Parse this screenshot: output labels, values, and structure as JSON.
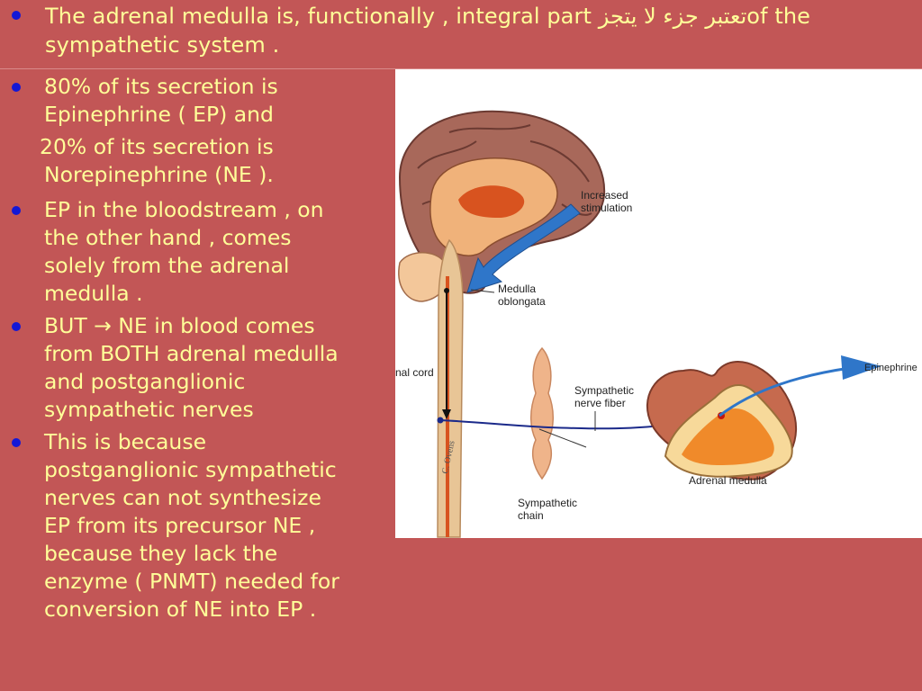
{
  "header": {
    "text_before": "The adrenal medulla is, functionally , integral part",
    "text_arabic": "تعتبر جزء لا يتجز",
    "text_after": "of the",
    "line2": "sympathetic system ."
  },
  "bullets": [
    {
      "lines": [
        "80%  of its secretion is",
        "Epinephrine ( EP) and"
      ]
    },
    {
      "lines": [
        "20% of its secretion is",
        "Norepinephrine (NE )."
      ]
    },
    {
      "lines": [
        "EP in the bloodstream , on",
        "the other hand , comes",
        "solely from the adrenal",
        "medulla  ."
      ]
    },
    {
      "lines": [
        "BUT → NE  in blood comes",
        "from BOTH  adrenal medulla",
        "and postganglionic",
        "sympathetic  nerves"
      ]
    },
    {
      "lines": [
        "This is because",
        "postganglionic sympathetic",
        "nerves can not synthesize",
        "EP  from its precursor NE ,",
        "because they lack the",
        "enzyme ( PNMT) needed for",
        "conversion of NE into EP ."
      ]
    }
  ],
  "figure": {
    "labels": {
      "increased": [
        "Increased",
        "stimulation"
      ],
      "medulla": [
        "Medulla",
        "oblongata"
      ],
      "spinal": "nal cord",
      "nerve": [
        "Sympathetic",
        "nerve fiber"
      ],
      "chain": [
        "Sympathetic",
        "chain"
      ],
      "adrenal": "Adrenal medulla",
      "epinephrine": "Epinephrine",
      "signature": "C. Ovens"
    }
  },
  "colors": {
    "background": "#c25656",
    "text": "#ffff99",
    "bullet": "#1418d6",
    "arrow": "#2f76c9"
  }
}
